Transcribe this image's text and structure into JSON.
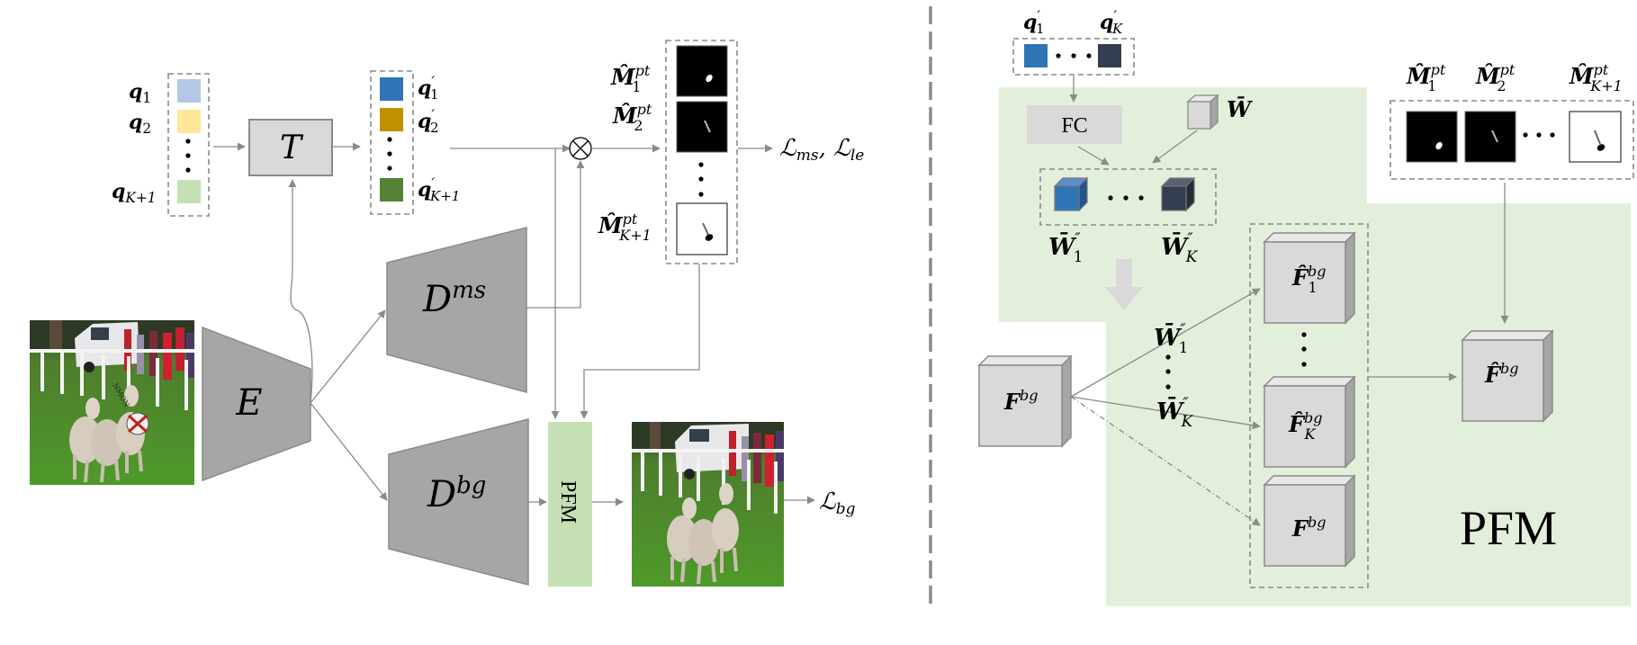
{
  "left": {
    "queries": {
      "labels": [
        {
          "base": "q",
          "sub": "1",
          "sup": ""
        },
        {
          "base": "q",
          "sub": "2",
          "sup": ""
        },
        {
          "base": "q",
          "sub": "K+1",
          "sup": ""
        }
      ],
      "colors": [
        "#b4c7e7",
        "#ffe699",
        "#c5e0b4"
      ]
    },
    "transformer": {
      "label": "T"
    },
    "refined_queries": {
      "labels": [
        {
          "base": "q",
          "sub": "1",
          "sup": "′"
        },
        {
          "base": "q",
          "sub": "2",
          "sup": "′"
        },
        {
          "base": "q",
          "sub": "K+1",
          "sup": "′"
        }
      ],
      "colors": [
        "#2e75b6",
        "#bf9000",
        "#548235"
      ]
    },
    "encoder": {
      "label": "E"
    },
    "decoder_ms": {
      "base": "D",
      "sup": "ms"
    },
    "decoder_bg": {
      "base": "D",
      "sup": "bg"
    },
    "multiply_symbol": "⊗",
    "masks": {
      "labels": [
        {
          "base": "M̂",
          "sub": "1",
          "sup": "pt"
        },
        {
          "base": "M̂",
          "sub": "2",
          "sup": "pt"
        },
        {
          "base": "M̂",
          "sub": "K+1",
          "sup": "pt"
        }
      ]
    },
    "loss_ms_le": {
      "a": "ℒ",
      "a_sub": "ms",
      "sep": ", ",
      "b": "ℒ",
      "b_sub": "le"
    },
    "pfm_block": {
      "label": "PFM"
    },
    "loss_bg": {
      "base": "ℒ",
      "sub": "bg"
    },
    "input_image_alt": "watermarked sheep image",
    "output_image_alt": "restored sheep image"
  },
  "right": {
    "query_strip": {
      "labels": [
        {
          "base": "q",
          "sub": "1",
          "sup": "′"
        },
        {
          "base": "q",
          "sub": "K",
          "sup": "′"
        }
      ],
      "colors": [
        "#2e75b6",
        "#333f50"
      ]
    },
    "fc": {
      "label": "FC"
    },
    "w_bar": {
      "base": "W̄"
    },
    "kernel_labels": [
      {
        "base": "W̄",
        "sub": "1",
        "sup": "″"
      },
      {
        "base": "W̄",
        "sub": "K",
        "sup": "″"
      }
    ],
    "kernel_colors": [
      "#2e75b6",
      "#333f50"
    ],
    "conv_labels": [
      {
        "base": "W̄",
        "sub": "1",
        "sup": "″"
      },
      {
        "base": "W̄",
        "sub": "K",
        "sup": "″"
      }
    ],
    "f_bg_input": {
      "base": "F",
      "sup": "bg"
    },
    "features": [
      {
        "base": "F̂",
        "sub": "1",
        "sup": "bg"
      },
      {
        "base": "F̂",
        "sub": "K",
        "sup": "bg"
      },
      {
        "base": "F",
        "sub": "",
        "sup": "bg"
      }
    ],
    "masks": {
      "labels": [
        {
          "base": "M̂",
          "sub": "1",
          "sup": "pt"
        },
        {
          "base": "M̂",
          "sub": "2",
          "sup": "pt"
        },
        {
          "base": "M̂",
          "sub": "K+1",
          "sup": "pt"
        }
      ]
    },
    "fused_feature": {
      "base": "F̂",
      "sup": "bg"
    },
    "module_title": "PFM"
  },
  "colors": {
    "panel_green": "#e2efda",
    "pfm_green": "#c5e0b4",
    "block_gray": "#a6a6a6",
    "box_gray": "#d9d9d9",
    "divider": "#8c8c8c"
  }
}
